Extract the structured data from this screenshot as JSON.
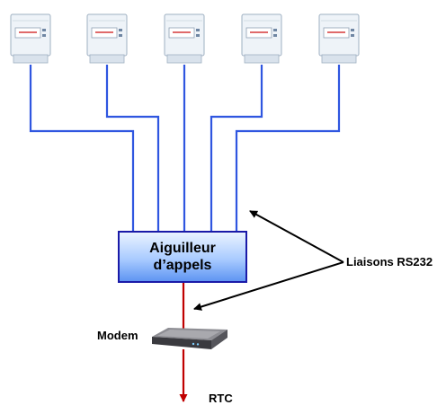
{
  "diagram": {
    "router": {
      "line1": "Aiguilleur",
      "line2": "d’appels"
    },
    "labels": {
      "links": "Liaisons RS232",
      "modem": "Modem",
      "network": "RTC"
    },
    "meters": [
      {
        "name": "meter-1"
      },
      {
        "name": "meter-2"
      },
      {
        "name": "meter-3"
      },
      {
        "name": "meter-4"
      },
      {
        "name": "meter-5"
      }
    ],
    "colors": {
      "link": "#2f56e0",
      "phone_line": "#c00000",
      "router_border": "#1a1aa8",
      "router_fill": "#a9cbff"
    }
  }
}
